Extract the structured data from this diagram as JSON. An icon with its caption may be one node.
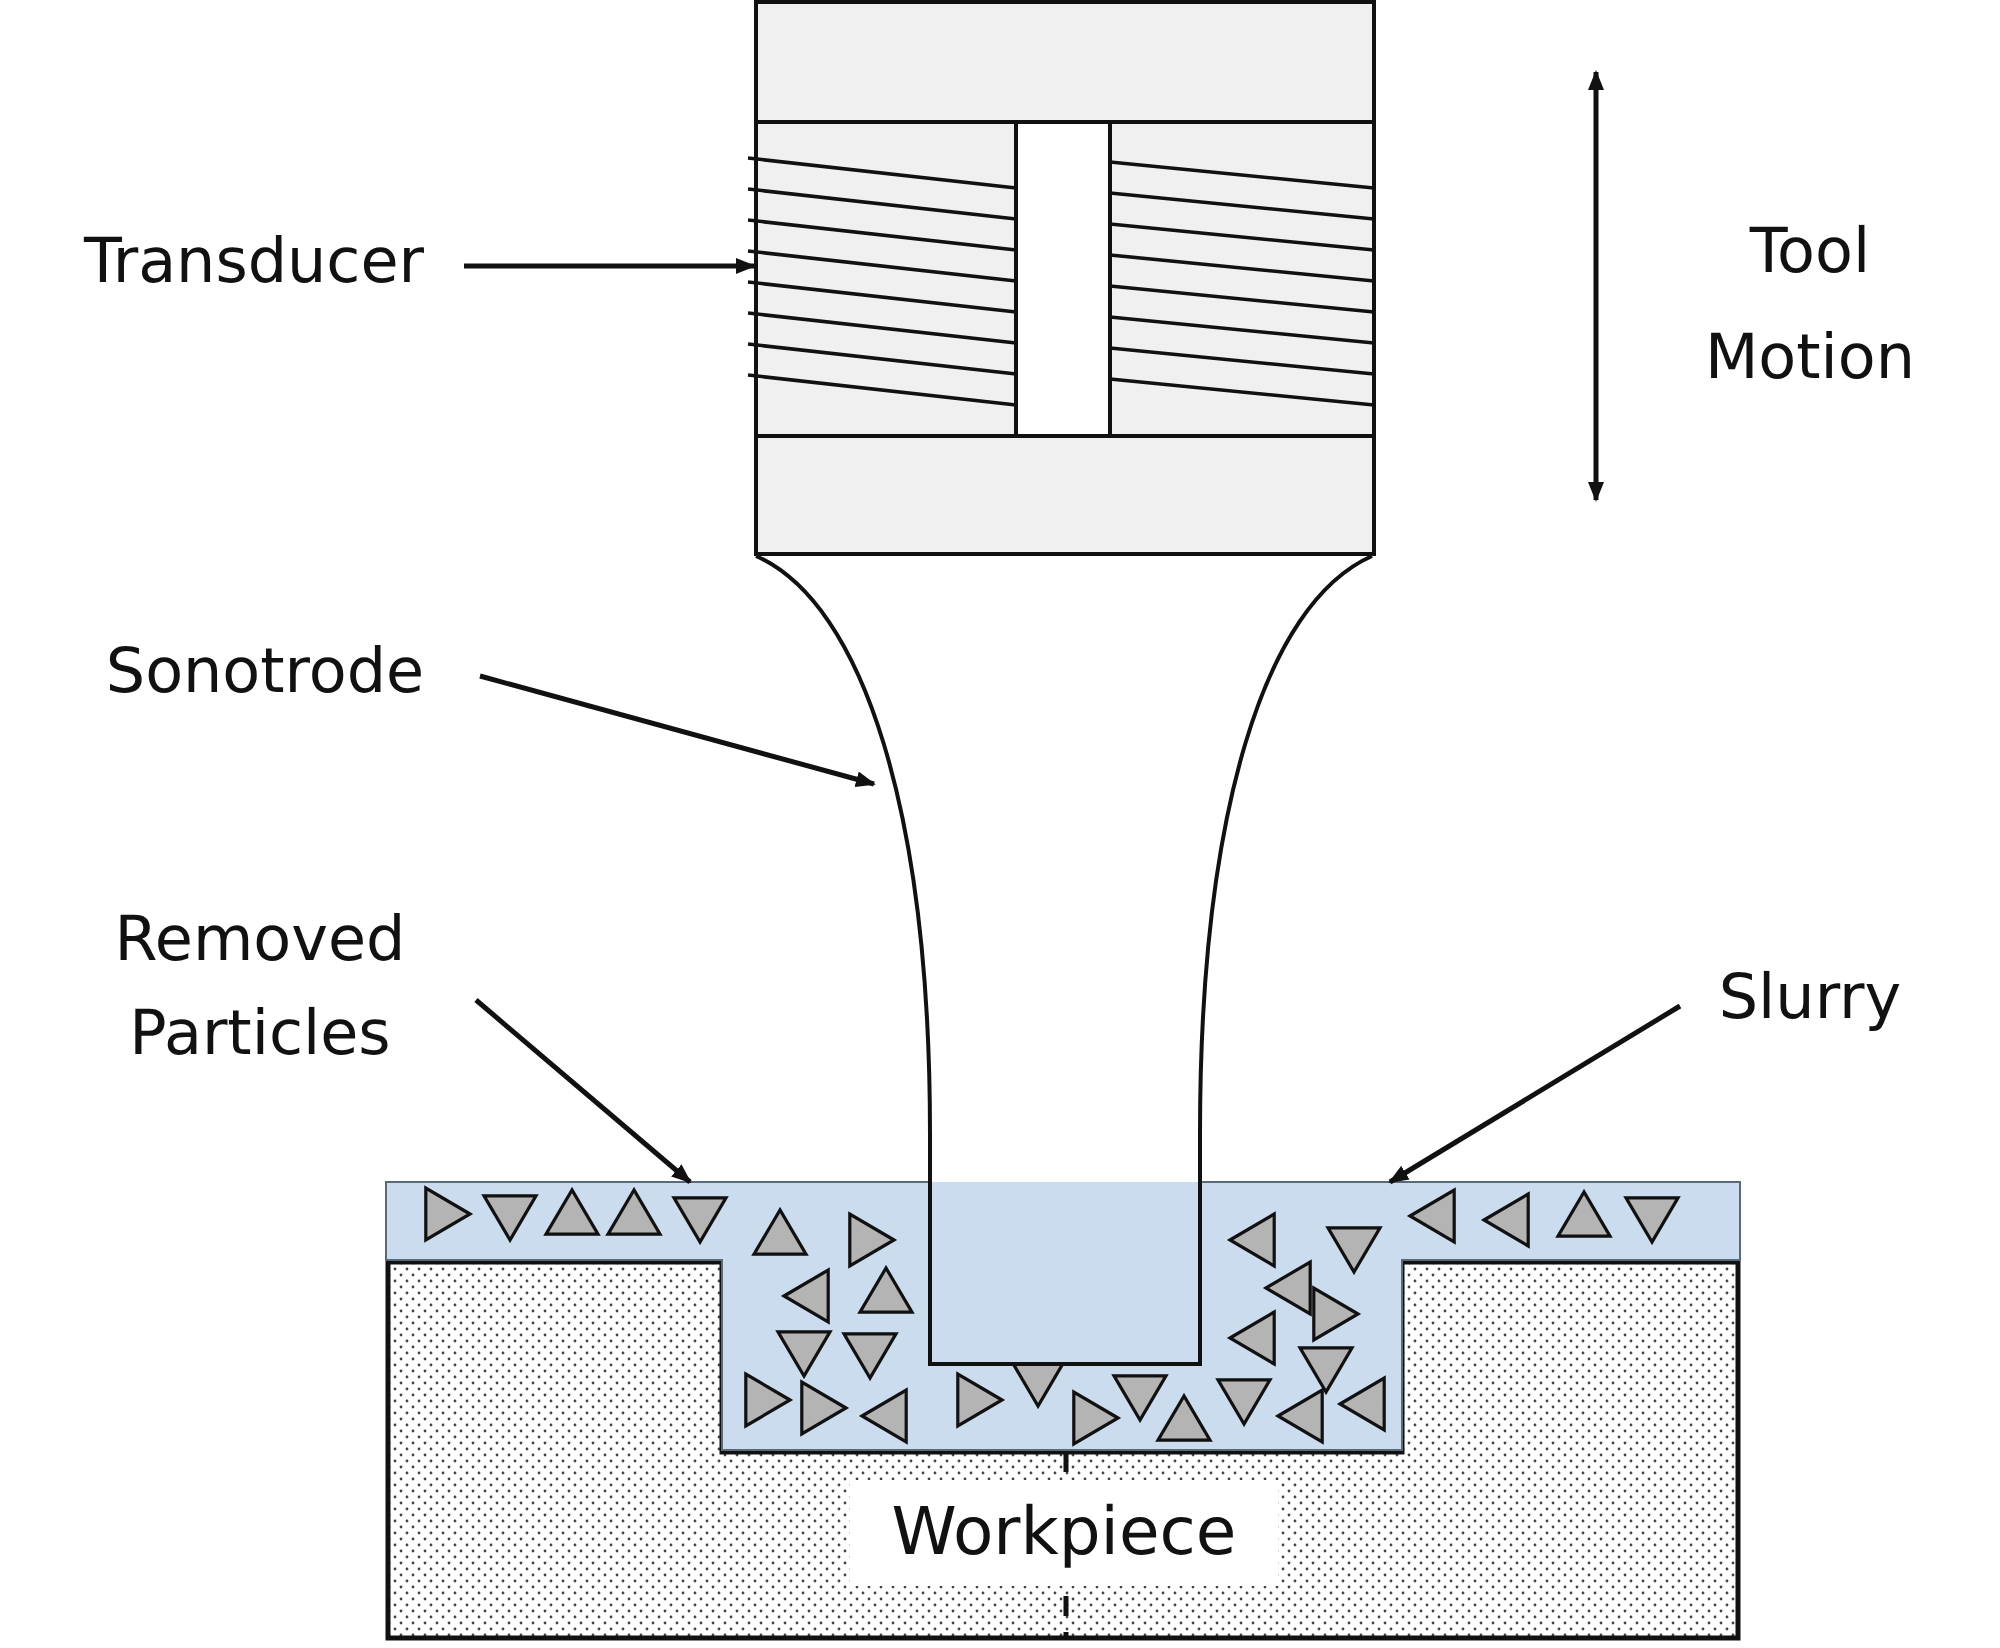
{
  "diagram": {
    "nodes": [
      {
        "text": [
          "Transducer"
        ]
      },
      {
        "text": [],
        "shape": "picture"
      },
      {
        "text": [
          "Sonotrode"
        ]
      },
      {
        "text": [],
        "shape": "picture"
      },
      {
        "text": [
          "Removed Particles"
        ]
      },
      {
        "text": [],
        "shape": "picture"
      },
      {
        "text": [
          "Slurry"
        ]
      },
      {
        "text": [
          "Workpiece"
        ]
      }
    ],
    "edges": [
      {
        "from": 0,
        "to": 1,
        "arrow": "to"
      },
      {
        "from": 2,
        "to": 3,
        "arrow": "to"
      },
      {
        "from": 4,
        "to": 5,
        "arrow": "to"
      },
      {
        "from": 6,
        "to": 5,
        "arrow": "to"
      }
    ],
    "labels": [
      "Tool Motion"
    ]
  }
}
